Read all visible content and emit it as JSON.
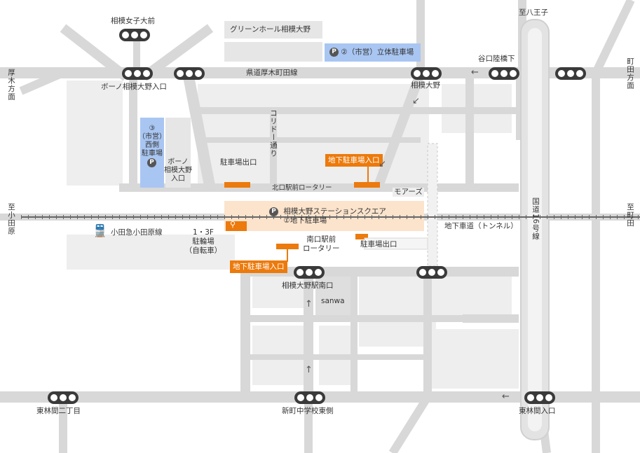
{
  "colors": {
    "road": "#d8d8d8",
    "block": "#eeeeee",
    "station": "#fbe3cc",
    "parking_blue": "#a9c6f2",
    "accent": "#ec7a0c",
    "signal": "#3a3a3a"
  },
  "buildings": {
    "green_hall": "グリーンホール相模大野",
    "sanwa": "sanwa",
    "moas": "モアーズ",
    "bono_building": "ボーノ\n相模大野\n入口"
  },
  "parking": {
    "p_icon": "P",
    "municipal_2": "②（市営）立体駐車場",
    "municipal_3": "③\n（市営）\n西側\n駐車場",
    "station_square": "相模大野ステーションスクエア\n①地下駐車場"
  },
  "tags": {
    "underground_entrance_north": "地下駐車場入口",
    "underground_entrance_south": "地下駐車場入口"
  },
  "labels": {
    "north_exit_parking": "駐車場出口",
    "south_exit_parking": "駐車場出口",
    "north_rotary": "北口駅前ロータリー",
    "south_rotary": "南口駅前\nロータリー",
    "corridor": "コリドー通り",
    "route16": "国道16号線",
    "underground_road": "地下車道（トンネル）",
    "bicycle_parking": "1・3F\n駐輪場\n（自転車）",
    "odakyu": "小田急小田原線",
    "prefectural_road": "県道厚木町田線"
  },
  "intersections": {
    "joshidai": "相模女子大前",
    "bono_iriguchi": "ボーノ相模大野入口",
    "sagami_ono": "相模大野",
    "yaguchi": "谷口陸橋下",
    "south_exit": "相模大野駅南口",
    "higashirinkan_2": "東林間二丁目",
    "shinmachi": "新町中学校東側",
    "higashirinkan_iriguchi": "東林間入口"
  },
  "directions": {
    "hachioji": "至八王子",
    "atsugi": "厚木方面",
    "machida_dir": "町田方面",
    "odawara": "至小田原",
    "machida": "至町田"
  }
}
